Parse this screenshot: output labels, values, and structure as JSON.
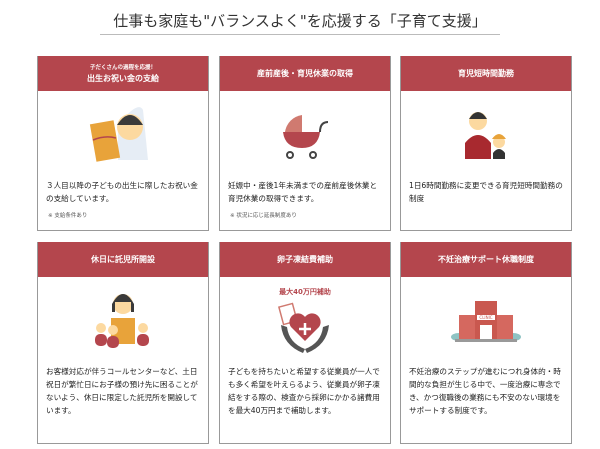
{
  "title": "仕事も家庭も\"バランスよく\"を応援する「子育て支援」",
  "cards": [
    {
      "subtitle": "子だくさんの過程を応援！",
      "title": "出生お祝い金の支給",
      "icon": "baby-gift-icon",
      "description": "３人目以降の子どもの出生に際したお祝い金の支給しています。",
      "note": "※ 支給条件あり"
    },
    {
      "title": "産前産後・育児休業の取得",
      "icon": "stroller-icon",
      "description": "妊娠中・産後1年未満までの産前産後休業と育児休業の取得できます。",
      "note": "※ 状況に応じ延長制度あり"
    },
    {
      "title": "育児短時間勤務",
      "icon": "parent-child-icon",
      "description": "1日6時間勤務に変更できる育児短時間勤務の制度"
    },
    {
      "title": "休日に託児所開設",
      "icon": "nursery-icon",
      "description": "お客様対応が伴うコールセンターなど、土日祝日が繁忙日にお子様の預け先に困ることがないよう、休日に限定した託児所を開設しています。"
    },
    {
      "title": "卵子凍結費補助",
      "icon": "heart-hands-icon",
      "badge": "最大40万円補助",
      "description": "子どもを持ちたいと希望する従業員が一人でも多く希望を叶えらるよう、従業員が卵子凍結をする際の、検査から採卵にかかる諸費用を最大40万円まで補助します。"
    },
    {
      "title": "不妊治療サポート休職制度",
      "icon": "clinic-icon",
      "clinic_sign": "CLINIC",
      "description": "不妊治療のステップが進むにつれ身体的・時間的な負担が生じる中で、一度治療に専念でき、かつ復職後の業務にも不安のない環境をサポートする制度です。"
    }
  ],
  "colors": {
    "header": "#b4464d"
  }
}
